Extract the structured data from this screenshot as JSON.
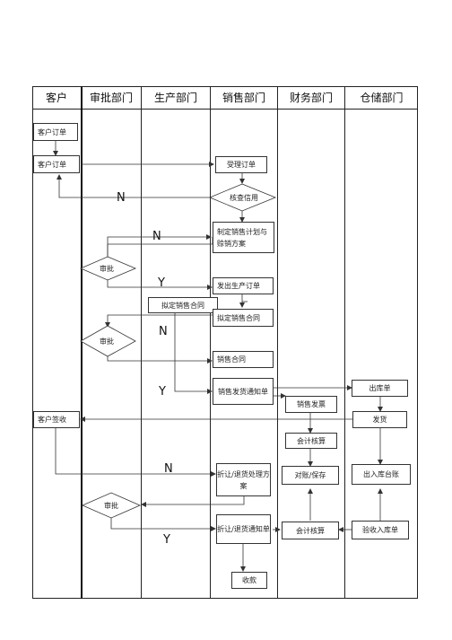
{
  "lanes": [
    "客户",
    "审批部门",
    "生产部门",
    "销售部门",
    "财务部门",
    "仓储部门"
  ],
  "nodes": {
    "customer_order_1": "客户订单",
    "customer_order_2": "客户订单",
    "accept_order": "受理订单",
    "check_credit": "核查信用",
    "plan_sales": "制定销售计划与赊销方案",
    "approve_1": "审批",
    "issue_production_order": "发出生产订单",
    "draft_contract_prod": "拟定销售合同",
    "draft_contract_sales": "拟定销售合同",
    "approve_2": "审批",
    "sales_contract": "销售合同",
    "delivery_notice": "销售发货通知单",
    "outbound_order": "出库单",
    "sales_invoice": "销售发票",
    "customer_receipt": "客户签收",
    "ship_goods": "发货",
    "accounting_check_1": "会计核算",
    "discount_return_plan": "折让/退货处理方案",
    "reconcile_save": "对账/保存",
    "inout_ledger": "出入库台账",
    "approve_3": "审批",
    "discount_return_notice": "折让/退货通知单",
    "accounting_check_2": "会计核算",
    "receipt_inbound": "验收入库单",
    "collect_payment": "收款"
  },
  "flags": {
    "n1": "N",
    "n2": "N",
    "y1": "Y",
    "n3": "N",
    "y2": "Y",
    "n4": "N",
    "y3": "Y"
  },
  "colors": {
    "line": "#333333",
    "border": "#222222"
  }
}
